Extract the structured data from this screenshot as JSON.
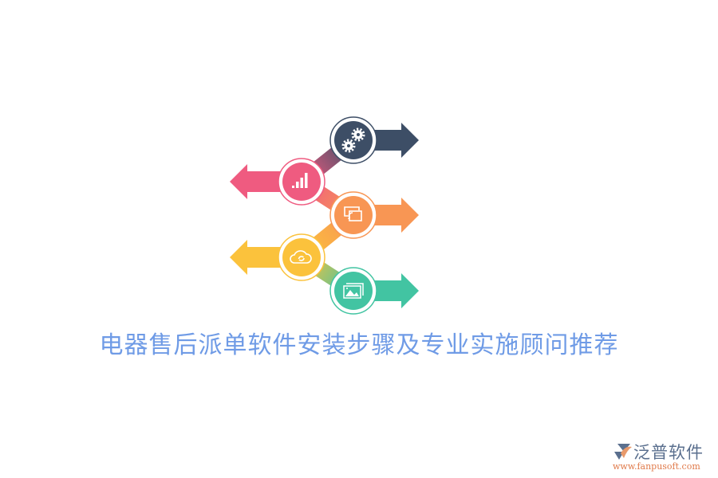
{
  "title": "电器售后派单软件安装步骤及专业实施顾问推荐",
  "colors": {
    "title": "#6f9be6",
    "step1": "#3d4e66",
    "step2": "#ef5b80",
    "step3": "#f89654",
    "step4": "#fbc23c",
    "step5": "#42c4a2"
  },
  "steps": [
    {
      "icon": "gears-icon",
      "direction": "right",
      "color": "#3d4e66"
    },
    {
      "icon": "bar-chart-icon",
      "direction": "left",
      "color": "#ef5b80"
    },
    {
      "icon": "wireless-screen-icon",
      "direction": "right",
      "color": "#f89654"
    },
    {
      "icon": "cloud-sync-icon",
      "direction": "left",
      "color": "#fbc23c"
    },
    {
      "icon": "image-gallery-icon",
      "direction": "right",
      "color": "#42c4a2"
    }
  ],
  "logo": {
    "name": "泛普软件",
    "url": "www.fanpusoft.com"
  }
}
